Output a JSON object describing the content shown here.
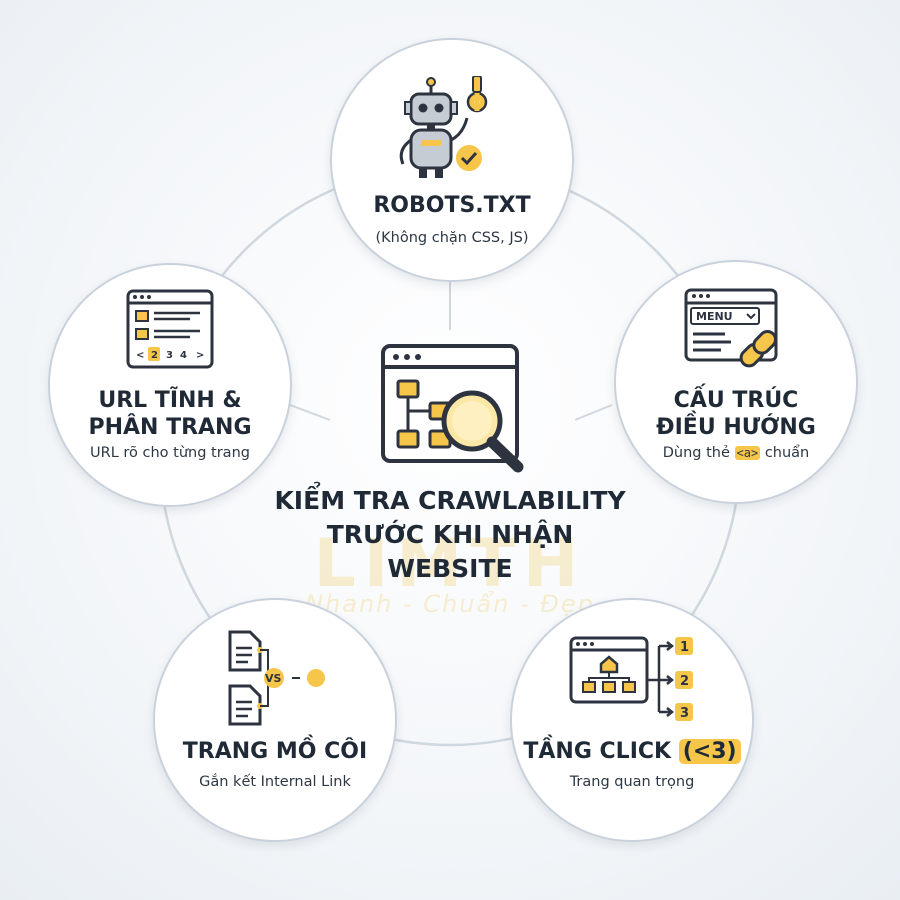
{
  "center": {
    "title_lines": [
      "KIỂM TRA CRAWLABILITY",
      "TRƯỚC KHI NHẬN",
      "WEBSITE"
    ]
  },
  "watermark": {
    "brand": "LIMTH",
    "tagline": "Nhanh - Chuẩn - Đẹp"
  },
  "nodes": {
    "top": {
      "title": "ROBOTS.TXT",
      "sub": "(Không chặn CSS, JS)"
    },
    "right": {
      "title_lines": [
        "CẤU TRÚC",
        "ĐIỀU HƯỚNG"
      ],
      "sub_before": "Dùng thẻ",
      "sub_code": "<a>",
      "sub_after": "chuẩn",
      "menu_label": "MENU"
    },
    "left": {
      "title_lines": [
        "URL TĨNH &",
        "PHÂN TRANG"
      ],
      "sub": "URL rõ cho từng trang",
      "pager": [
        "<",
        "2",
        "3",
        "4",
        ">"
      ]
    },
    "bottom_left": {
      "title": "TRANG MỒ CÔI",
      "sub": "Gắn kết Internal Link",
      "vs_label": "VS"
    },
    "bottom_right": {
      "title_main": "TẦNG CLICK",
      "title_badge": "(<3)",
      "sub": "Trang quan trọng",
      "levels": [
        "1",
        "2",
        "3"
      ]
    }
  },
  "colors": {
    "accent": "#f6c64a",
    "outline": "#2d3440",
    "ring": "#c9d2dc"
  }
}
